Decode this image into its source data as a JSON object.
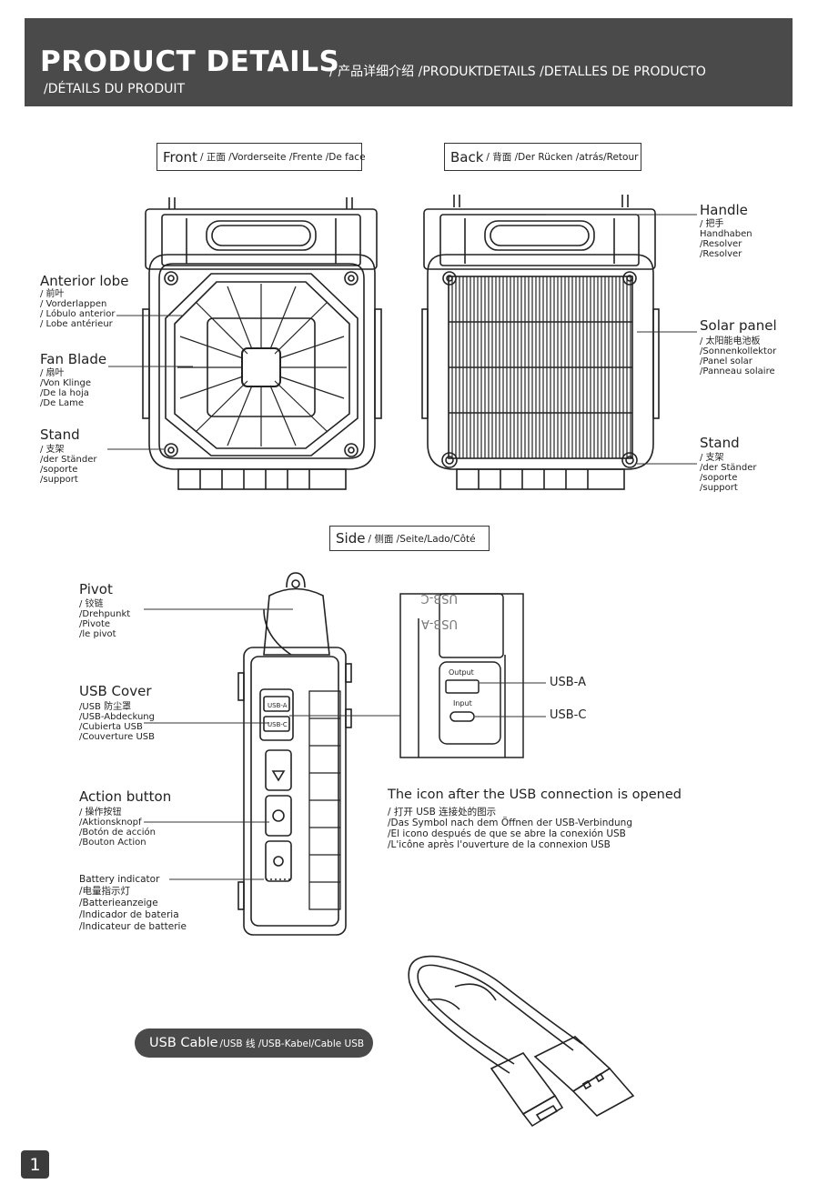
{
  "header": {
    "title": "PRODUCT DETAILS",
    "langs": "/ 产品详细介绍 /PRODUKTDETAILS /DETALLES DE PRODUCTO",
    "line2": "/DÉTAILS DU PRODUIT"
  },
  "front_box": {
    "big": "Front",
    "rest": "/ 正面 /Vorderseite /Frente /De face"
  },
  "back_box": {
    "big": "Back",
    "rest": "/ 背面 /Der Rücken /atrás/Retour"
  },
  "side_box": {
    "big": "Side",
    "rest": "/ 侧面 /Seite/Lado/Côté"
  },
  "front_labels": {
    "anterior_title": "Anterior lobe",
    "anterior_sub": "/ 前叶\n/ Vorderlappen\n/ Lóbulo anterior\n/ Lobe antérieur",
    "fan_title": "Fan Blade",
    "fan_sub": "/ 扇叶\n/Von Klinge\n/De la hoja\n/De Lame",
    "stand_title": "Stand",
    "stand_sub": "/ 支架\n/der Ständer\n/soporte\n/support"
  },
  "back_labels": {
    "handle_title": "Handle",
    "handle_sub": "/ 把手\nHandhaben\n/Resolver\n/Resolver",
    "solar_title": "Solar panel",
    "solar_sub": "/ 太阳能电池板\n/Sonnenkollektor\n/Panel solar\n/Panneau solaire",
    "stand_title": "Stand",
    "stand_sub": "/ 支架\n/der Ständer\n/soporte\n/support"
  },
  "side_labels": {
    "pivot_title": "Pivot",
    "pivot_sub": "/ 铰链\n/Drehpunkt\n/Pivote\n/le pivot",
    "usbcover_title": "USB Cover",
    "usbcover_sub": "/USB 防尘罩\n/USB-Abdeckung\n/Cubierta USB\n/Couverture USB",
    "action_title": "Action button",
    "action_sub": "/ 操作按钮\n/Aktionsknopf\n/Botón de acción\n/Bouton Action",
    "battery_text": "Battery indicator\n/电量指示灯\n/Batterieanzeige\n/Indicador de bateria\n/Indicateur de batterie"
  },
  "device_text": {
    "usb_a_slot": "USB-A",
    "usb_c_slot": "USB-C",
    "output": "Output",
    "input": "Input",
    "usb_a_flip": "USB-A",
    "usb_c_flip": "USB-C"
  },
  "usb_ports": {
    "usb_a": "USB-A",
    "usb_c": "USB-C"
  },
  "icon_section": {
    "title": "The icon after the USB connection is opened",
    "sub": "/ 打开 USB 连接处的图示\n/Das Symbol nach dem Öffnen der USB-Verbindung\n/El icono después de que se abre la conexión USB\n/L'icône après l'ouverture de la connexion USB"
  },
  "usb_cable": {
    "big": "USB Cable",
    "rest": "/USB 线 /USB-Kabel/Cable USB"
  },
  "page_number": "1",
  "colors": {
    "header_bg": "#4a4a4a",
    "line": "#333333"
  }
}
